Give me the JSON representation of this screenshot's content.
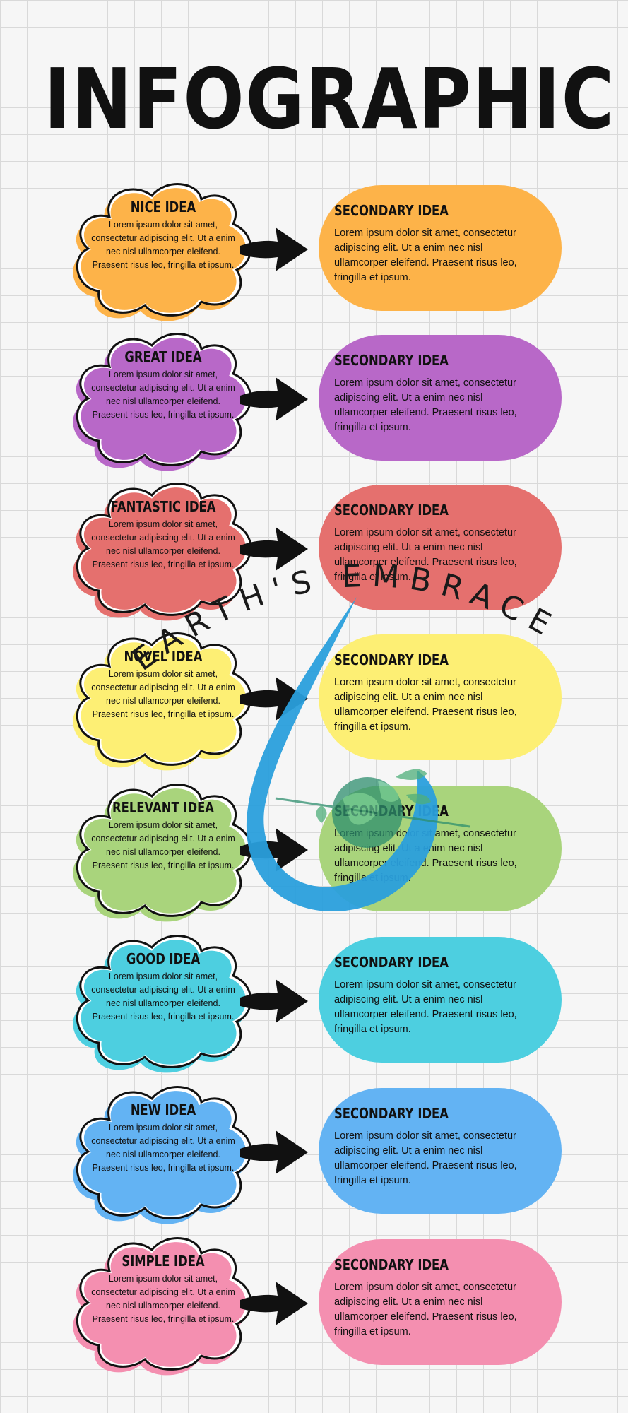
{
  "title": "INFOGRAPHIC",
  "watermark_text": "EARTH'S EMBRACE",
  "rows": [
    {
      "cloud_title": "NICE IDEA",
      "cloud_text": "Lorem ipsum dolor sit amet, consectetur adipiscing elit. Ut a enim nec nisl ullamcorper eleifend. Praesent risus leo, fringilla et ipsum.",
      "pill_title": "SECONDARY IDEA",
      "pill_text": "Lorem ipsum dolor sit amet, consectetur adipiscing elit. Ut a enim nec nisl ullamcorper eleifend. Praesent risus leo, fringilla et ipsum.",
      "color": "#fdb349"
    },
    {
      "cloud_title": "GREAT IDEA",
      "cloud_text": "Lorem ipsum dolor sit amet, consectetur adipiscing elit. Ut a enim nec nisl ullamcorper eleifend. Praesent risus leo, fringilla et ipsum.",
      "pill_title": "SECONDARY IDEA",
      "pill_text": "Lorem ipsum dolor sit amet, consectetur adipiscing elit. Ut a enim nec nisl ullamcorper eleifend. Praesent risus leo, fringilla et ipsum.",
      "color": "#b868c8"
    },
    {
      "cloud_title": "FANTASTIC IDEA",
      "cloud_text": "Lorem ipsum dolor sit amet, consectetur adipiscing elit. Ut a enim nec nisl ullamcorper eleifend. Praesent risus leo, fringilla et ipsum.",
      "pill_title": "SECONDARY IDEA",
      "pill_text": "Lorem ipsum dolor sit amet, consectetur adipiscing elit. Ut a enim nec nisl ullamcorper eleifend. Praesent risus leo, fringilla et ipsum.",
      "color": "#e5706e"
    },
    {
      "cloud_title": "NOVEL IDEA",
      "cloud_text": "Lorem ipsum dolor sit amet, consectetur adipiscing elit. Ut a enim nec nisl ullamcorper eleifend. Praesent risus leo, fringilla et ipsum.",
      "pill_title": "SECONDARY IDEA",
      "pill_text": "Lorem ipsum dolor sit amet, consectetur adipiscing elit. Ut a enim nec nisl ullamcorper eleifend. Praesent risus leo, fringilla et ipsum.",
      "color": "#fdef74"
    },
    {
      "cloud_title": "RELEVANT IDEA",
      "cloud_text": "Lorem ipsum dolor sit amet, consectetur adipiscing elit. Ut a enim nec nisl ullamcorper eleifend. Praesent risus leo, fringilla et ipsum.",
      "pill_title": "SECONDARY IDEA",
      "pill_text": "Lorem ipsum dolor sit amet, consectetur adipiscing elit. Ut a enim nec nisl ullamcorper eleifend. Praesent risus leo, fringilla et ipsum.",
      "color": "#a9d47c"
    },
    {
      "cloud_title": "GOOD IDEA",
      "cloud_text": "Lorem ipsum dolor sit amet, consectetur adipiscing elit. Ut a enim nec nisl ullamcorper eleifend. Praesent risus leo, fringilla et ipsum.",
      "pill_title": "SECONDARY IDEA",
      "pill_text": "Lorem ipsum dolor sit amet, consectetur adipiscing elit. Ut a enim nec nisl ullamcorper eleifend. Praesent risus leo, fringilla et ipsum.",
      "color": "#4dcfe0"
    },
    {
      "cloud_title": "NEW IDEA",
      "cloud_text": "Lorem ipsum dolor sit amet, consectetur adipiscing elit. Ut a enim nec nisl ullamcorper eleifend. Praesent risus leo, fringilla et ipsum.",
      "pill_title": "SECONDARY IDEA",
      "pill_text": "Lorem ipsum dolor sit amet, consectetur adipiscing elit. Ut a enim nec nisl ullamcorper eleifend. Praesent risus leo, fringilla et ipsum.",
      "color": "#63b3f3"
    },
    {
      "cloud_title": "SIMPLE IDEA",
      "cloud_text": "Lorem ipsum dolor sit amet, consectetur adipiscing elit. Ut a enim nec nisl ullamcorper eleifend. Praesent risus leo, fringilla et ipsum.",
      "pill_title": "SECONDARY IDEA",
      "pill_text": "Lorem ipsum dolor sit amet, consectetur adipiscing elit. Ut a enim nec nisl ullamcorper eleifend. Praesent risus leo, fringilla et ipsum.",
      "color": "#f48fb0"
    }
  ],
  "icons": {
    "arrow": "arrow-right-icon",
    "cloud": "cloud-shape",
    "watermark": "water-drop-earth-logo"
  }
}
